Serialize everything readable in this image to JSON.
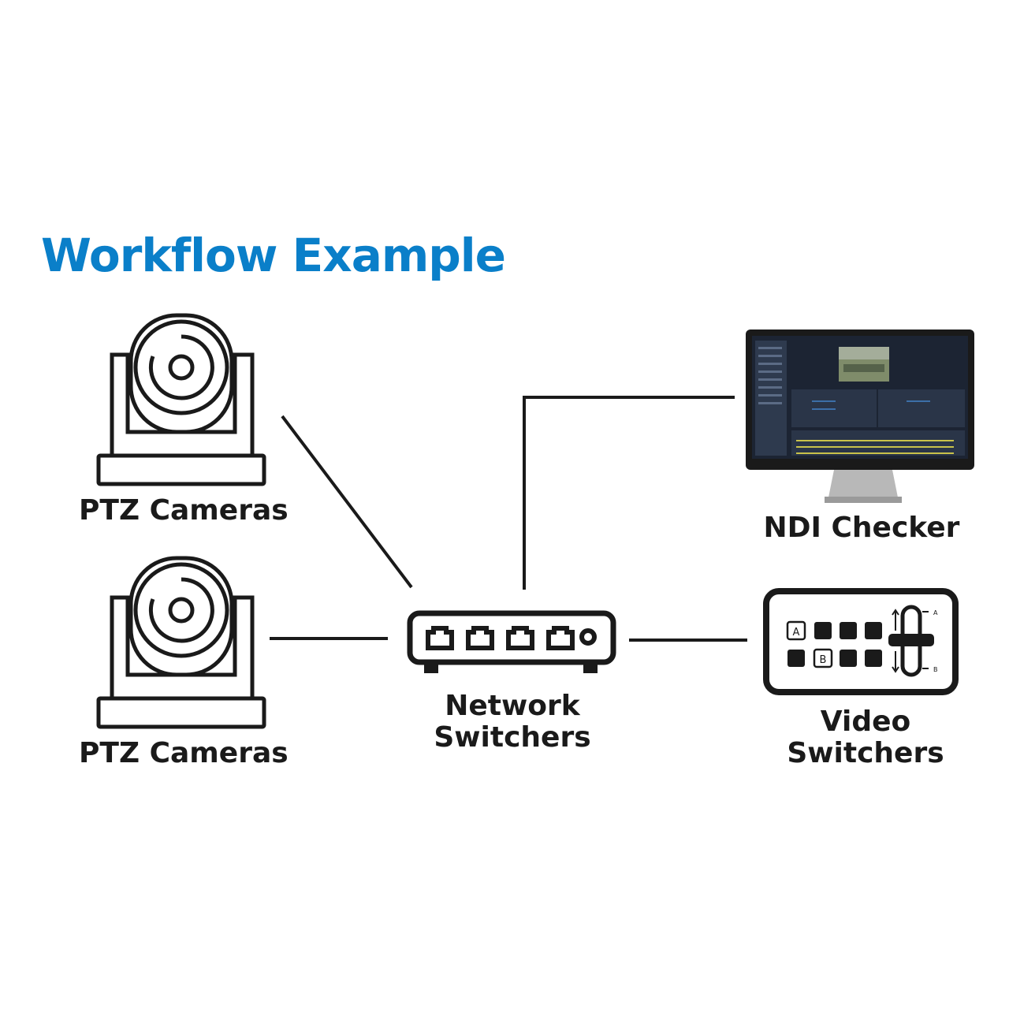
{
  "title": "Workflow Example",
  "nodes": {
    "camera_top": {
      "label": "PTZ Cameras",
      "icon": "ptz-camera-icon"
    },
    "camera_bottom": {
      "label": "PTZ Cameras",
      "icon": "ptz-camera-icon"
    },
    "network_switch": {
      "label_line1": "Network",
      "label_line2": "Switchers",
      "icon": "network-switch-icon"
    },
    "ndi_checker": {
      "label": "NDI Checker",
      "icon": "monitor-icon"
    },
    "video_switcher": {
      "label_line1": "Video",
      "label_line2": "Switchers",
      "icon": "video-switcher-icon"
    }
  },
  "video_switcher_buttons": {
    "a": "A",
    "b": "B",
    "fader_top": "A",
    "fader_bottom": "B"
  },
  "colors": {
    "title": "#0a7fc9",
    "ink": "#1a1a1a",
    "screen": "#1c2433"
  }
}
